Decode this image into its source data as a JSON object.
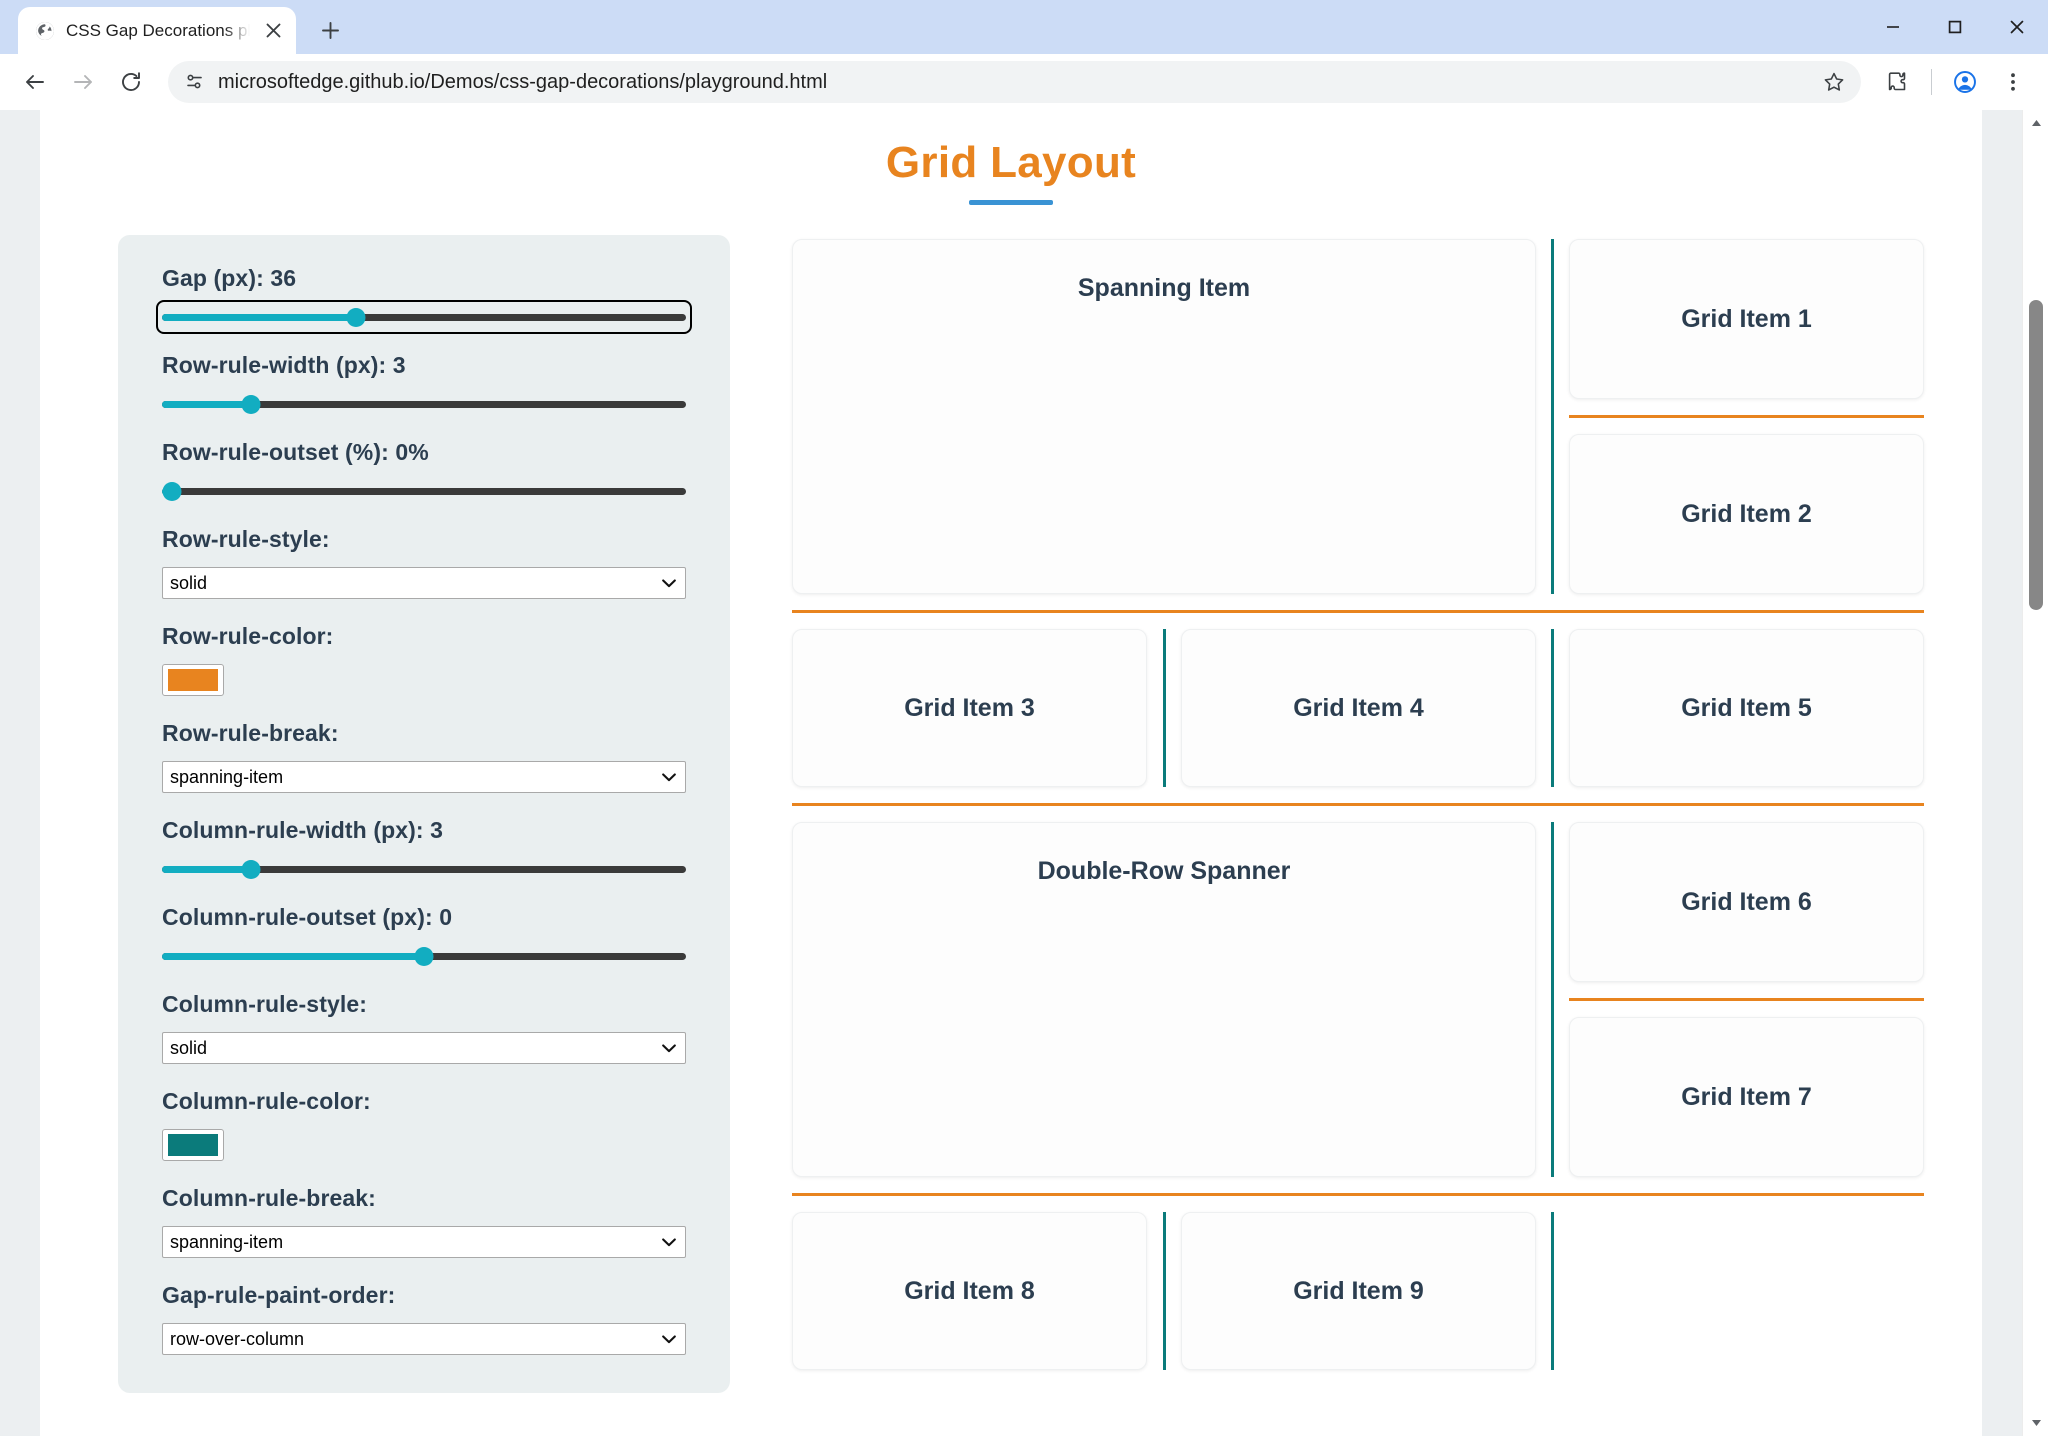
{
  "browser": {
    "tab": {
      "title": "CSS Gap Decorations playground",
      "favicon": "globe-icon",
      "close": "close-icon"
    },
    "new_tab_label": "+",
    "window_controls": {
      "minimize": "minimize-icon",
      "maximize": "maximize-icon",
      "close": "close-icon"
    },
    "toolbar": {
      "back": "back-arrow-icon",
      "forward": "forward-arrow-icon",
      "reload": "reload-icon",
      "site_info": "site-settings-icon",
      "url": "microsoftedge.github.io/Demos/css-gap-decorations/playground.html",
      "bookmark": "star-icon",
      "extensions": "puzzle-piece-icon",
      "profile": "profile-avatar-icon",
      "menu": "three-dot-menu-icon"
    }
  },
  "page": {
    "title": "Grid Layout",
    "controls": [
      {
        "id": "gap",
        "label": "Gap (px): 36",
        "type": "slider",
        "percent": 37,
        "focused": true
      },
      {
        "id": "row-rule-width",
        "label": "Row-rule-width (px): 3",
        "type": "slider",
        "percent": 17,
        "focused": false
      },
      {
        "id": "row-rule-outset",
        "label": "Row-rule-outset (%): 0%",
        "type": "slider",
        "percent": 2,
        "focused": false
      },
      {
        "id": "row-rule-style",
        "label": "Row-rule-style:",
        "type": "select",
        "value": "solid"
      },
      {
        "id": "row-rule-color",
        "label": "Row-rule-color:",
        "type": "color",
        "value": "#e8841f"
      },
      {
        "id": "row-rule-break",
        "label": "Row-rule-break:",
        "type": "select",
        "value": "spanning-item"
      },
      {
        "id": "column-rule-width",
        "label": "Column-rule-width (px): 3",
        "type": "slider",
        "percent": 17,
        "focused": false
      },
      {
        "id": "column-rule-outset",
        "label": "Column-rule-outset (px): 0",
        "type": "slider",
        "percent": 50,
        "focused": false
      },
      {
        "id": "column-rule-style",
        "label": "Column-rule-style:",
        "type": "select",
        "value": "solid"
      },
      {
        "id": "column-rule-color",
        "label": "Column-rule-color:",
        "type": "color",
        "value": "#0b7b7b"
      },
      {
        "id": "column-rule-break",
        "label": "Column-rule-break:",
        "type": "select",
        "value": "spanning-item"
      },
      {
        "id": "gap-rule-paint-order",
        "label": "Gap-rule-paint-order:",
        "type": "select",
        "value": "row-over-column"
      }
    ],
    "grid_items": {
      "spanning_item": "Spanning Item",
      "item1": "Grid Item 1",
      "item2": "Grid Item 2",
      "item3": "Grid Item 3",
      "item4": "Grid Item 4",
      "item5": "Grid Item 5",
      "double_row_spanner": "Double-Row Spanner",
      "item6": "Grid Item 6",
      "item7": "Grid Item 7",
      "item8": "Grid Item 8",
      "item9": "Grid Item 9"
    },
    "colors": {
      "title": "#e8841f",
      "title_underline": "#3a93d4",
      "row_rule": "#e8841f",
      "column_rule": "#0b7b7b",
      "slider_fill": "#12ADC1",
      "panel_bg": "#eaeff0",
      "text": "#2c3e50"
    }
  }
}
